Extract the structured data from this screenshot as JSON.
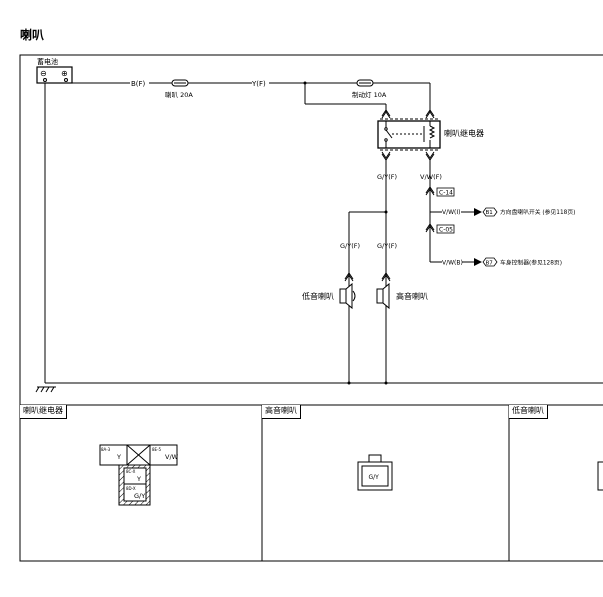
{
  "page": {
    "title": "喇叭"
  },
  "diagram": {
    "battery": {
      "label": "蓄电池",
      "minus": "⊖",
      "plus": "⊕"
    },
    "wires": {
      "bf": "B(F)",
      "yf": "Y(F)",
      "gyf_main": "G/Y(F)",
      "gyf_low": "G/Y(F)",
      "gyf_high": "G/Y(F)",
      "vwf": "V/W(F)",
      "vwi": "V/W(I)",
      "vwb": "V/W(B)"
    },
    "fuses": {
      "horn": "喇叭 20A",
      "brake": "制动灯 10A"
    },
    "relay": {
      "label": "喇叭继电器"
    },
    "connectors": {
      "c14": "C-14",
      "c05": "C-05"
    },
    "refs": {
      "b1": {
        "badge": "B1",
        "text": "方向盘喇叭开关 (参见118页)"
      },
      "b7": {
        "badge": "B7",
        "text": "车身控制器(参见128页)"
      }
    },
    "horns": {
      "low": "低音喇叭",
      "high": "高音喇叭"
    }
  },
  "panels": {
    "relay": {
      "label": "喇叭继电器",
      "pins": {
        "p1_id": "8A-3",
        "p1_wire": "Y",
        "p2_id": "8E-5",
        "p2_wire": "V/W",
        "p3_id": "8C-X",
        "p3_wire": "Y",
        "p4_id": "8D-X",
        "p4_wire": "G/Y"
      }
    },
    "high_horn": {
      "label": "高音喇叭",
      "pin": "G/Y"
    },
    "low_horn": {
      "label": "低音喇叭"
    }
  }
}
